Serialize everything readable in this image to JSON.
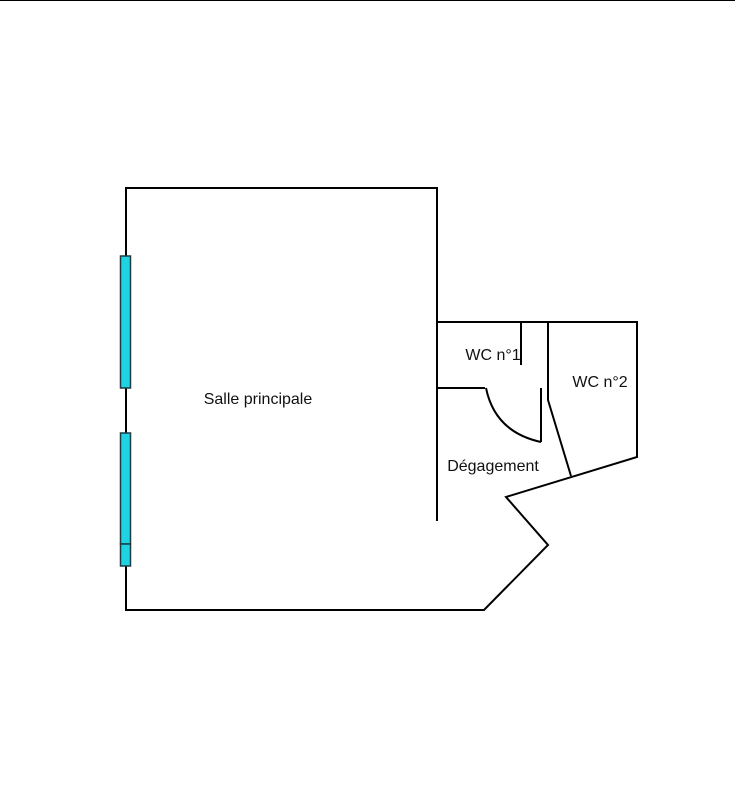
{
  "rooms": {
    "main_hall": "Salle principale",
    "wc1": "WC n°1",
    "wc2": "WC n°2",
    "hallway": "Dégagement"
  },
  "colors": {
    "wall": "#000000",
    "window_fill": "#1fd3e3",
    "window_stroke": "#1f3b44",
    "background": "#ffffff"
  }
}
